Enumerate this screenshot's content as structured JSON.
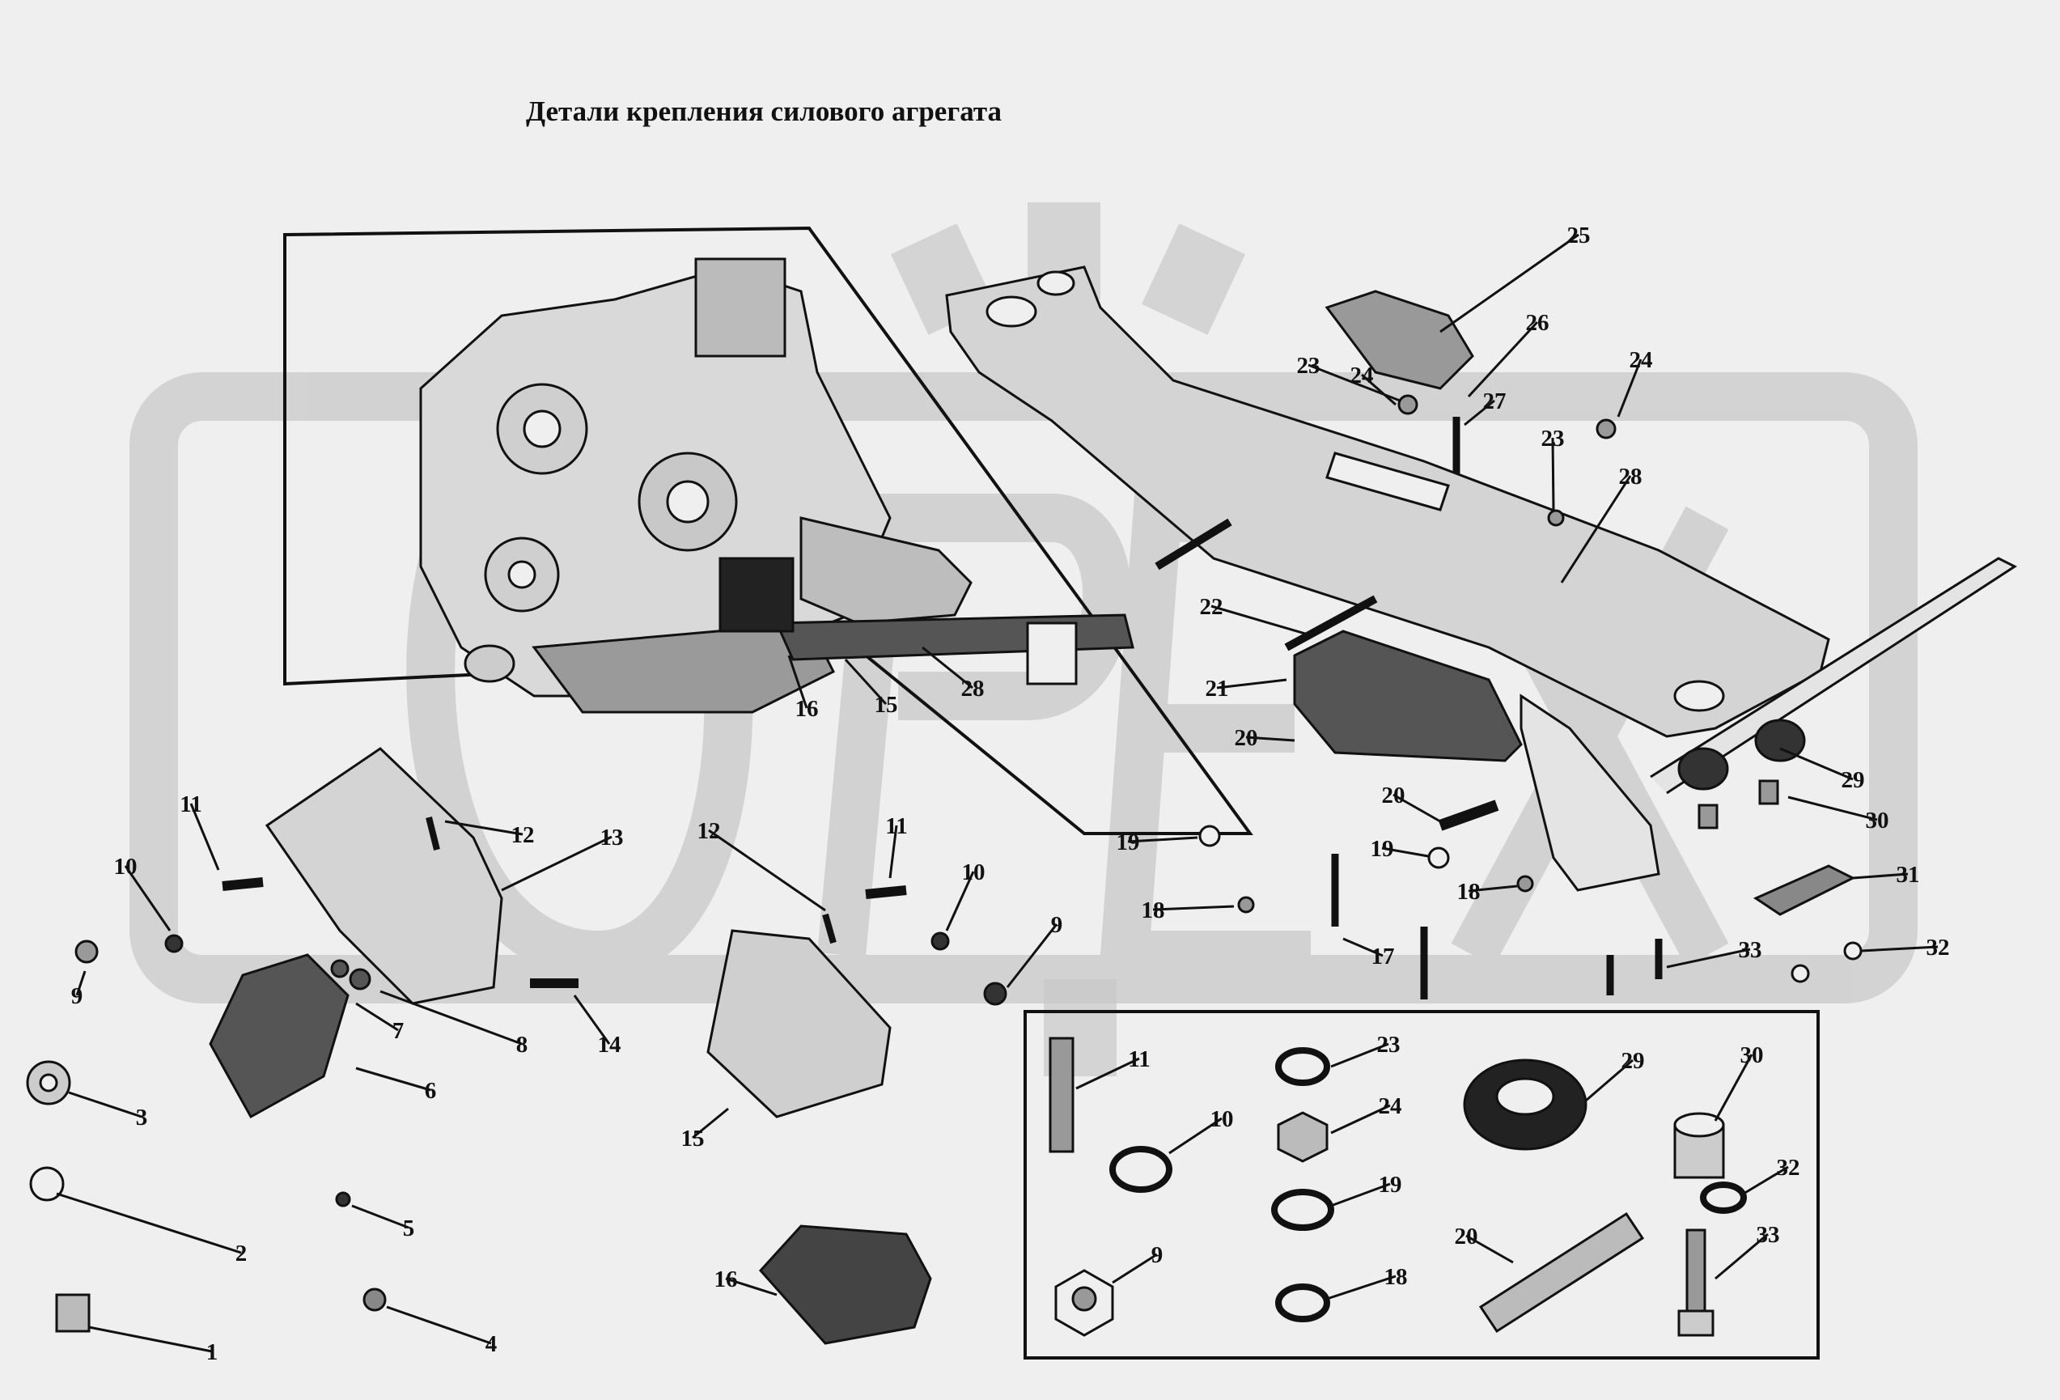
{
  "title": "Детали крепления силового агрегата",
  "watermark": "OPEX",
  "colors": {
    "background": "#efefef",
    "ink": "#111111",
    "watermark": "#c9c9c9"
  },
  "callouts": [
    {
      "id": "c1",
      "text": "1"
    },
    {
      "id": "c2",
      "text": "2"
    },
    {
      "id": "c3",
      "text": "3"
    },
    {
      "id": "c4",
      "text": "4"
    },
    {
      "id": "c5",
      "text": "5"
    },
    {
      "id": "c6",
      "text": "6"
    },
    {
      "id": "c7",
      "text": "7"
    },
    {
      "id": "c8",
      "text": "8"
    },
    {
      "id": "c9a",
      "text": "9"
    },
    {
      "id": "c9b",
      "text": "9"
    },
    {
      "id": "c9c",
      "text": "9"
    },
    {
      "id": "c10a",
      "text": "10"
    },
    {
      "id": "c10b",
      "text": "10"
    },
    {
      "id": "c10c",
      "text": "10"
    },
    {
      "id": "c11a",
      "text": "11"
    },
    {
      "id": "c11b",
      "text": "11"
    },
    {
      "id": "c11c",
      "text": "11"
    },
    {
      "id": "c12a",
      "text": "12"
    },
    {
      "id": "c12b",
      "text": "12"
    },
    {
      "id": "c13",
      "text": "13"
    },
    {
      "id": "c14",
      "text": "14"
    },
    {
      "id": "c15a",
      "text": "15"
    },
    {
      "id": "c15b",
      "text": "15"
    },
    {
      "id": "c16a",
      "text": "16"
    },
    {
      "id": "c16b",
      "text": "16"
    },
    {
      "id": "c17",
      "text": "17"
    },
    {
      "id": "c18a",
      "text": "18"
    },
    {
      "id": "c18b",
      "text": "18"
    },
    {
      "id": "c18c",
      "text": "18"
    },
    {
      "id": "c19a",
      "text": "19"
    },
    {
      "id": "c19b",
      "text": "19"
    },
    {
      "id": "c19c",
      "text": "19"
    },
    {
      "id": "c20a",
      "text": "20"
    },
    {
      "id": "c20b",
      "text": "20"
    },
    {
      "id": "c20c",
      "text": "20"
    },
    {
      "id": "c21",
      "text": "21"
    },
    {
      "id": "c22",
      "text": "22"
    },
    {
      "id": "c23a",
      "text": "23"
    },
    {
      "id": "c23b",
      "text": "23"
    },
    {
      "id": "c23c",
      "text": "23"
    },
    {
      "id": "c24a",
      "text": "24"
    },
    {
      "id": "c24b",
      "text": "24"
    },
    {
      "id": "c24c",
      "text": "24"
    },
    {
      "id": "c25",
      "text": "25"
    },
    {
      "id": "c26",
      "text": "26"
    },
    {
      "id": "c27",
      "text": "27"
    },
    {
      "id": "c28a",
      "text": "28"
    },
    {
      "id": "c28b",
      "text": "28"
    },
    {
      "id": "c29a",
      "text": "29"
    },
    {
      "id": "c29b",
      "text": "29"
    },
    {
      "id": "c30a",
      "text": "30"
    },
    {
      "id": "c30b",
      "text": "30"
    },
    {
      "id": "c31",
      "text": "31"
    },
    {
      "id": "c32a",
      "text": "32"
    },
    {
      "id": "c32b",
      "text": "32"
    },
    {
      "id": "c33a",
      "text": "33"
    },
    {
      "id": "c33b",
      "text": "33"
    }
  ]
}
